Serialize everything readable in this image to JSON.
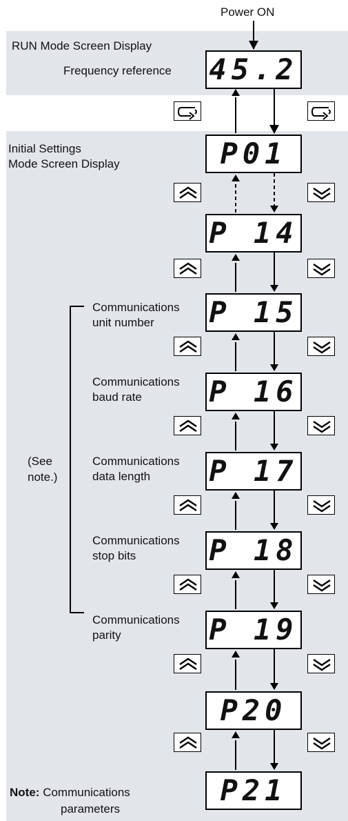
{
  "top_label": "Power ON",
  "run_mode": {
    "title": "RUN Mode Screen Display",
    "caption": "Frequency reference",
    "display": "45.2"
  },
  "initial_mode": {
    "title_line1": "Initial Settings",
    "title_line2": "Mode Screen Display"
  },
  "parameters": [
    {
      "display": "P01",
      "label_line1": "",
      "label_line2": ""
    },
    {
      "display": "P 14",
      "label_line1": "",
      "label_line2": ""
    },
    {
      "display": "P 15",
      "label_line1": "Communications",
      "label_line2": "unit number"
    },
    {
      "display": "P 16",
      "label_line1": "Communications",
      "label_line2": "baud rate"
    },
    {
      "display": "P 17",
      "label_line1": "Communications",
      "label_line2": "data length"
    },
    {
      "display": "P 18",
      "label_line1": "Communications",
      "label_line2": "stop bits"
    },
    {
      "display": "P 19",
      "label_line1": "Communications",
      "label_line2": "parity"
    },
    {
      "display": "P20",
      "label_line1": "",
      "label_line2": ""
    },
    {
      "display": "P21",
      "label_line1": "",
      "label_line2": ""
    }
  ],
  "see_note": {
    "line1": "(See",
    "line2": "note.)"
  },
  "note": {
    "label": "Note:",
    "line1": "Communications",
    "line2": "parameters"
  },
  "icons": {
    "mode_key": "mode-return-key-icon",
    "up_key": "double-up-arrow-key-icon",
    "down_key": "double-down-arrow-key-icon"
  },
  "colors": {
    "panel": "#e2e5ea",
    "line": "#000000"
  }
}
